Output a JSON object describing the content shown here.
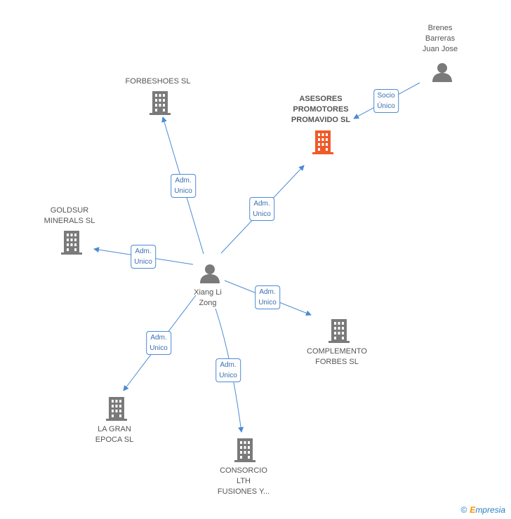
{
  "colors": {
    "edge": "#4a8ad4",
    "icon_gray": "#7a7a7a",
    "icon_highlight": "#f05a28"
  },
  "nodes": {
    "brenes": {
      "label": "Brenes\nBarreras\nJuan Jose",
      "icon": "person-icon"
    },
    "asesores": {
      "label": "ASESORES\nPROMOTORES\nPROMAVIDO SL",
      "icon": "building-icon"
    },
    "forbeshoes": {
      "label": "FORBESHOES SL",
      "icon": "building-icon"
    },
    "goldsur": {
      "label": "GOLDSUR\nMINERALS SL",
      "icon": "building-icon"
    },
    "xiang": {
      "label": "Xiang Li\nZong",
      "icon": "person-icon"
    },
    "complemento": {
      "label": "COMPLEMENTO\nFORBES SL",
      "icon": "building-icon"
    },
    "lagran": {
      "label": "LA GRAN\nEPOCA SL",
      "icon": "building-icon"
    },
    "consorcio": {
      "label": "CONSORCIO\nLTH\nFUSIONES Y...",
      "icon": "building-icon"
    }
  },
  "edges": {
    "socio": "Socio\nÚnico",
    "forbeshoes": "Adm.\nUnico",
    "asesores": "Adm.\nUnico",
    "goldsur": "Adm.\nUnico",
    "complemento": "Adm.\nUnico",
    "lagran": "Adm.\nUnico",
    "consorcio": "Adm.\nUnico"
  },
  "brand": {
    "copyright": "©",
    "e": "E",
    "rest": "mpresia"
  }
}
